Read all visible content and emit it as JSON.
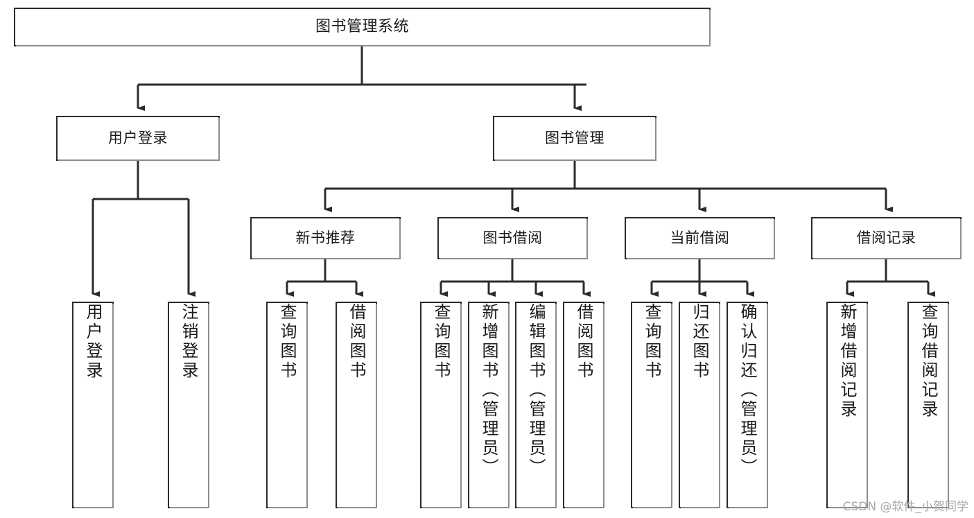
{
  "diagram": {
    "title": "图书管理系统",
    "type": "tree",
    "orientation": "top-down",
    "line_color": "#2b2b2b",
    "box_fill": "#ffffff",
    "text_color": "#1a1a1a",
    "watermark": "CSDN @软件_小贺同学",
    "nodes": {
      "root": {
        "label": "图书管理系统"
      },
      "level2": [
        {
          "label": "用户登录"
        },
        {
          "label": "图书管理"
        }
      ],
      "level3": [
        {
          "label": "新书推荐"
        },
        {
          "label": "图书借阅"
        },
        {
          "label": "当前借阅"
        },
        {
          "label": "借阅记录"
        }
      ],
      "leaves": {
        "user_login": [
          {
            "label": "用户登录"
          },
          {
            "label": "注销登录"
          }
        ],
        "new_book_recommend": [
          {
            "label": "查询图书"
          },
          {
            "label": "借阅图书"
          }
        ],
        "book_borrow": [
          {
            "label": "查询图书"
          },
          {
            "label": "新增图书（管理员）"
          },
          {
            "label": "编辑图书（管理员）"
          },
          {
            "label": "借阅图书"
          }
        ],
        "current_borrow": [
          {
            "label": "查询图书"
          },
          {
            "label": "归还图书"
          },
          {
            "label": "确认归还（管理员）"
          }
        ],
        "borrow_record": [
          {
            "label": "新增借阅记录"
          },
          {
            "label": "查询借阅记录"
          }
        ]
      }
    }
  }
}
